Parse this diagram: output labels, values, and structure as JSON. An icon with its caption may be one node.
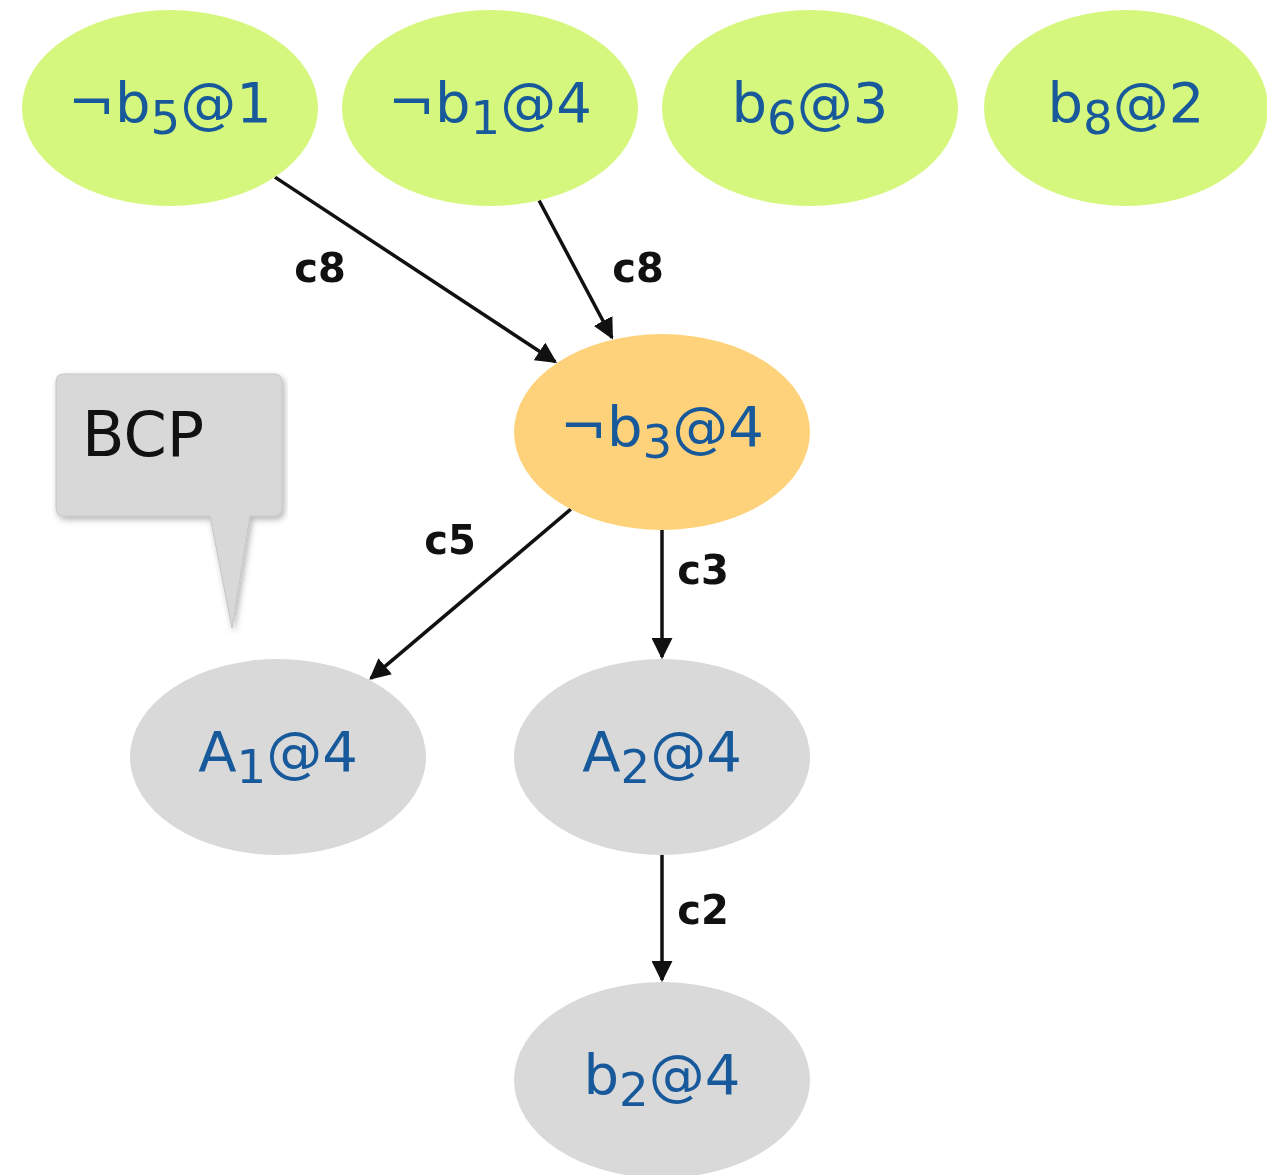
{
  "diagram": {
    "nodes": [
      {
        "text": [
          "¬b$_{5}$@1"
        ]
      },
      {
        "text": [
          "¬b$_{1}$@4"
        ]
      },
      {
        "text": [
          "b$_{6}$@3"
        ]
      },
      {
        "text": [
          "b$_{8}$@2"
        ]
      },
      {
        "text": [
          "BCP"
        ]
      },
      {
        "text": [
          "¬b$_{3}$@4"
        ]
      },
      {
        "text": [
          "A$_{1}$@4"
        ]
      },
      {
        "text": [
          "A$_{2}$@4"
        ]
      },
      {
        "text": [
          "b$_{2}$@4"
        ]
      }
    ],
    "edges": [
      {
        "from": 0,
        "to": 5,
        "arrow": "to",
        "label": "c8"
      },
      {
        "from": 1,
        "to": 5,
        "arrow": "to",
        "label": "c8"
      },
      {
        "from": 5,
        "to": 6,
        "arrow": "to",
        "label": "c5"
      },
      {
        "from": 5,
        "to": 7,
        "arrow": "to",
        "label": "c3"
      },
      {
        "from": 7,
        "to": 8,
        "arrow": "to",
        "label": "c2"
      }
    ]
  }
}
